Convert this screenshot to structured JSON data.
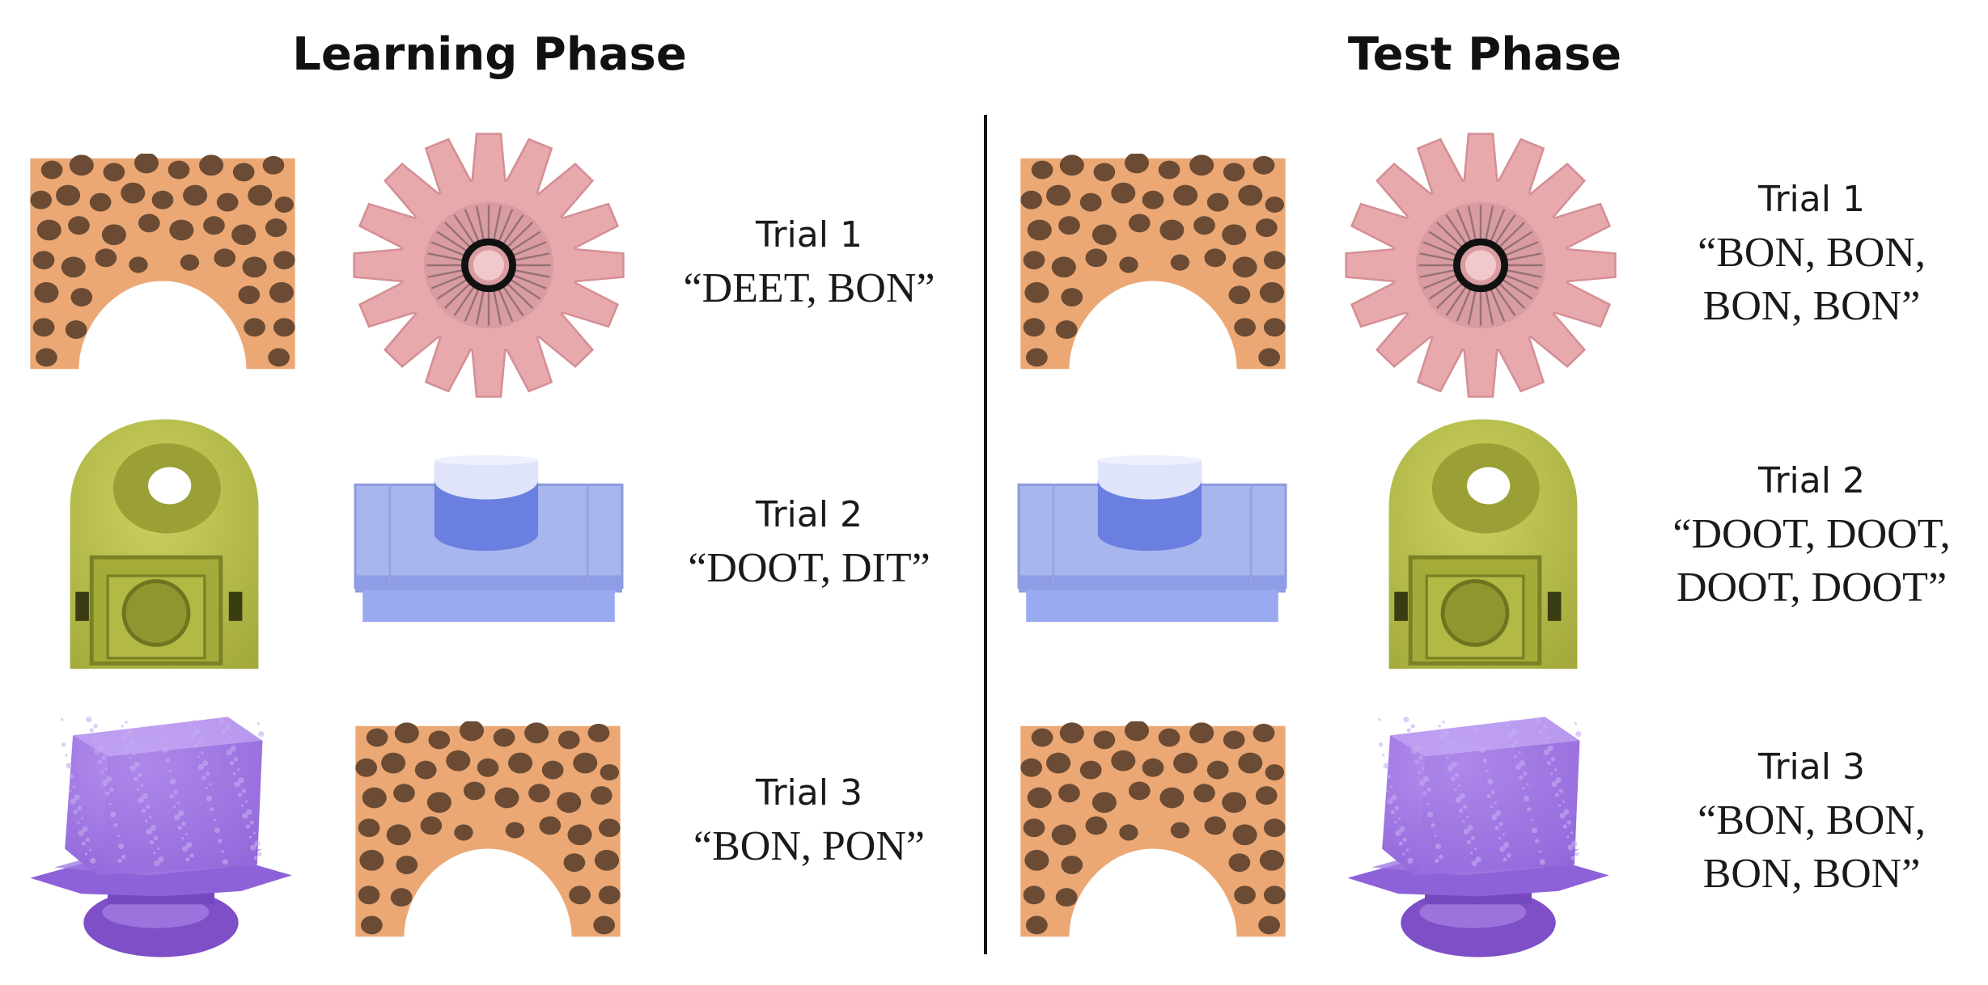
{
  "learning": {
    "heading": "Learning Phase",
    "trials": [
      {
        "label": "Trial 1",
        "words": "“DEET, BON”",
        "objects": [
          "arch-object",
          "spiky-flower-object"
        ]
      },
      {
        "label": "Trial 2",
        "words": "“DOOT, DIT”",
        "objects": [
          "green-latch-object",
          "blue-block-object"
        ]
      },
      {
        "label": "Trial 3",
        "words": "“BON, PON”",
        "objects": [
          "purple-sponge-object",
          "arch-object"
        ]
      }
    ]
  },
  "test": {
    "heading": "Test Phase",
    "trials": [
      {
        "label": "Trial 1",
        "words": "“BON, BON, BON, BON”",
        "objects": [
          "arch-object",
          "spiky-flower-object"
        ]
      },
      {
        "label": "Trial 2",
        "words": "“DOOT, DOOT, DOOT, DOOT”",
        "objects": [
          "blue-block-object",
          "green-latch-object"
        ]
      },
      {
        "label": "Trial 3",
        "words": "“BON, BON, BON, BON”",
        "objects": [
          "arch-object",
          "purple-sponge-object"
        ]
      }
    ]
  },
  "colors": {
    "arch": "#EBA875",
    "arch_spots": "#6B4B33",
    "flower": "#E8A9AD",
    "latch": "#BCC349",
    "block": "#A9B6EE",
    "sponge": "#8B60D6"
  }
}
